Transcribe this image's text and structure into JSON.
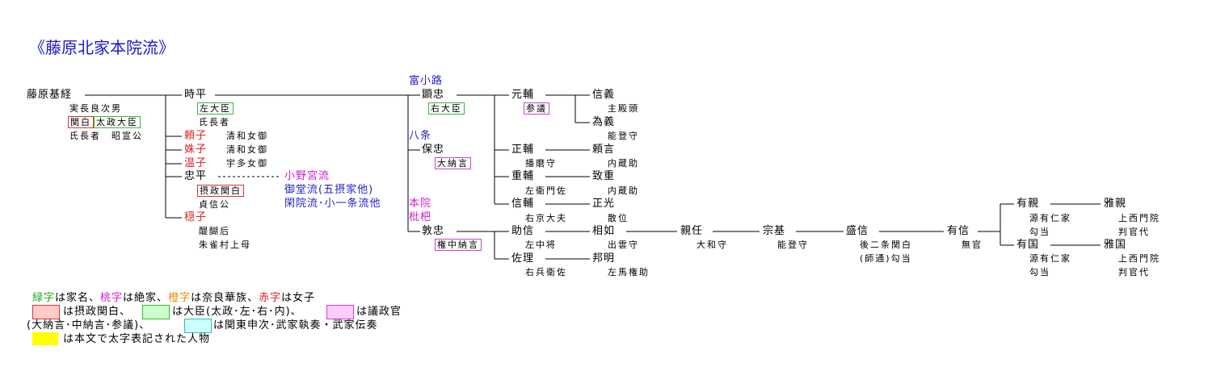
{
  "title": "《藤原北家本院流》",
  "nodes": {
    "mototsune": "藤原基経",
    "mototsune_n1": "実長良次男",
    "mototsune_t1": "関白",
    "mototsune_t2": "太政大臣",
    "mototsune_n2": "氏長者　昭宣公",
    "tokihira": "時平",
    "tokihira_t": "左大臣",
    "tokihira_n": "氏長者",
    "yoriko": "頼子",
    "yoriko_n": "清和女御",
    "imoko": "姝子",
    "imoko_n": "清和女御",
    "onshi": "温子",
    "onshi_n": "宇多女御",
    "tadahira": "忠平",
    "tadahira_t": "摂政関白",
    "tadahira_n": "貞信公",
    "onoguu": "小野宮流",
    "midou": "御堂流(五摂家他)",
    "kanin": "閑院流･小一条流他",
    "yasuko": "穏子",
    "yasuko_n1": "醍醐后",
    "yasuko_n2": "朱雀村上母",
    "tomikoji": "富小路",
    "akitada": "顕忠",
    "akitada_t": "右大臣",
    "hachijo": "八条",
    "yasutada": "保忠",
    "yasutada_t": "大納言",
    "honin": "本院",
    "biwa": "枇杷",
    "atsutada": "敦忠",
    "atsutada_t": "権中納言",
    "motosuke": "元輔",
    "motosuke_t": "参議",
    "nobuyoshi": "信義",
    "nobuyoshi_n": "主殿頭",
    "tameyoshi": "為義",
    "tameyoshi_n": "能登守",
    "masasuke": "正輔",
    "masasuke_n": "播磨守",
    "yorinobu": "頼言",
    "yorinobu_n": "内蔵助",
    "shigesuke": "重輔",
    "shigesuke_n": "左衛門佐",
    "chishige": "致重",
    "chishige_n": "内蔵助",
    "nobusuke": "信輔",
    "nobusuke_n": "右京大夫",
    "masamitsu": "正光",
    "masamitsu_n": "散位",
    "suketada": "助信",
    "suketada_n": "左中将",
    "suketoshi": "佐理",
    "suketoshi_n": "右兵衛佐",
    "aisuke": "相如",
    "aisuke_n": "出雲守",
    "kuniaki": "邦明",
    "kuniaki_n": "左馬権助",
    "chikato": "親任",
    "chikato_n": "大和守",
    "munemoto": "宗基",
    "munemoto_n": "能登守",
    "morinobu": "盛信",
    "morinobu_n1": "後二条関白",
    "morinobu_n2": "(師通)勾当",
    "arinobu": "有信",
    "arinobu_n": "無官",
    "arichika": "有親",
    "arichika_n1": "源有仁家",
    "arichika_n2": "勾当",
    "arikuni": "有国",
    "arikuni_n1": "源有仁家",
    "arikuni_n2": "勾当",
    "gachika": "雅親",
    "gachika_n1": "上西門院",
    "gachika_n2": "判官代",
    "gakuni": "雅国",
    "gakuni_n1": "上西門院",
    "gakuni_n2": "判官代"
  },
  "legend": {
    "l1_green": "緑字",
    "l1_a": "は家名、",
    "l1_pink": "桃字",
    "l1_b": "は絶家、",
    "l1_orange": "橙字",
    "l1_c": "は奈良華族、",
    "l1_red": "赤字",
    "l1_d": "は女子",
    "l2_a": "は摂政関白、",
    "l2_b": "は大臣(太政･左･右･内)、",
    "l2_c": "は議政官",
    "l3_a": "(大納言･中納言･参議)、",
    "l3_b": "は関東申次･武家執奏・武家伝奏",
    "l4_a": "は本文で太字表記された人物"
  },
  "colors": {
    "swatch_red": "#ffcccc",
    "swatch_green": "#ccffcc",
    "swatch_pink": "#ffccff",
    "swatch_cyan": "#ccffff",
    "swatch_yellow": "#ffff00"
  }
}
